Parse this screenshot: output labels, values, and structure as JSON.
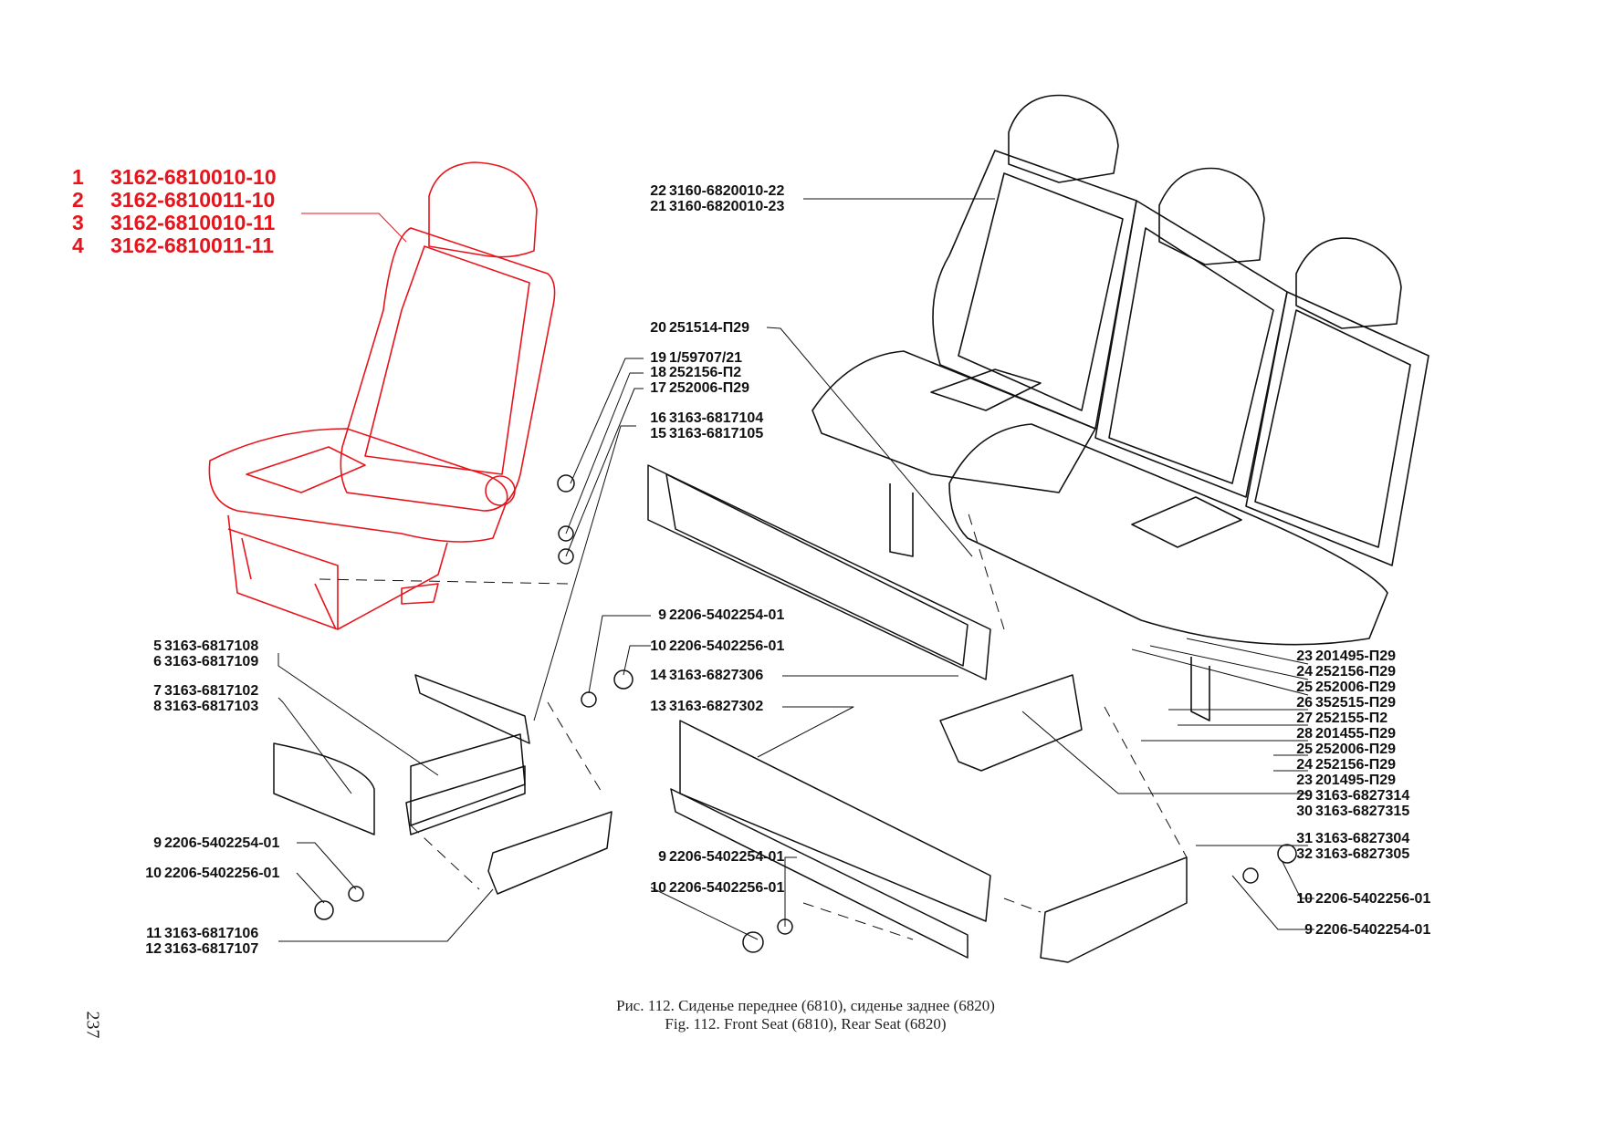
{
  "front_seat_parts": [
    {
      "num": "1",
      "code": "3162-6810010-10"
    },
    {
      "num": "2",
      "code": "3162-6810011-10"
    },
    {
      "num": "3",
      "code": "3162-6810010-11"
    },
    {
      "num": "4",
      "code": "3162-6810011-11"
    }
  ],
  "left_parts": [
    {
      "num": "5",
      "code": "3163-6817108"
    },
    {
      "num": "6",
      "code": "3163-6817109"
    },
    {
      "num": "7",
      "code": "3163-6817102"
    },
    {
      "num": "8",
      "code": "3163-6817103"
    },
    {
      "num": "9",
      "code": "2206-5402254-01"
    },
    {
      "num": "10",
      "code": "2206-5402256-01"
    },
    {
      "num": "11",
      "code": "3163-6817106"
    },
    {
      "num": "12",
      "code": "3163-6817107"
    }
  ],
  "center_parts": [
    {
      "num": "22",
      "code": "3160-6820010-22"
    },
    {
      "num": "21",
      "code": "3160-6820010-23"
    },
    {
      "num": "20",
      "code": "251514-П29"
    },
    {
      "num": "19",
      "code": "1/59707/21"
    },
    {
      "num": "18",
      "code": "252156-П2"
    },
    {
      "num": "17",
      "code": "252006-П29"
    },
    {
      "num": "16",
      "code": "3163-6817104"
    },
    {
      "num": "15",
      "code": "3163-6817105"
    },
    {
      "num": "9",
      "code": "2206-5402254-01"
    },
    {
      "num": "10",
      "code": "2206-5402256-01"
    },
    {
      "num": "14",
      "code": "3163-6827306"
    },
    {
      "num": "13",
      "code": "3163-6827302"
    },
    {
      "num": "9",
      "code": "2206-5402254-01"
    },
    {
      "num": "10",
      "code": "2206-5402256-01"
    }
  ],
  "right_parts": [
    {
      "num": "23",
      "code": "201495-П29"
    },
    {
      "num": "24",
      "code": "252156-П29"
    },
    {
      "num": "25",
      "code": "252006-П29"
    },
    {
      "num": "26",
      "code": "352515-П29"
    },
    {
      "num": "27",
      "code": "252155-П2"
    },
    {
      "num": "28",
      "code": "201455-П29"
    },
    {
      "num": "25",
      "code": "252006-П29"
    },
    {
      "num": "24",
      "code": "252156-П29"
    },
    {
      "num": "23",
      "code": "201495-П29"
    },
    {
      "num": "29",
      "code": "3163-6827314"
    },
    {
      "num": "30",
      "code": "3163-6827315"
    },
    {
      "num": "31",
      "code": "3163-6827304"
    },
    {
      "num": "32",
      "code": "3163-6827305"
    },
    {
      "num": "10",
      "code": "2206-5402256-01"
    },
    {
      "num": "9",
      "code": "2206-5402254-01"
    }
  ],
  "caption": {
    "ru": "Рис. 112. Сиденье переднее (6810), сиденье заднее (6820)",
    "en": "Fig. 112. Front Seat (6810), Rear Seat (6820)"
  },
  "page_number": "237",
  "colors": {
    "highlight": "#e8141c",
    "line": "#111111"
  }
}
